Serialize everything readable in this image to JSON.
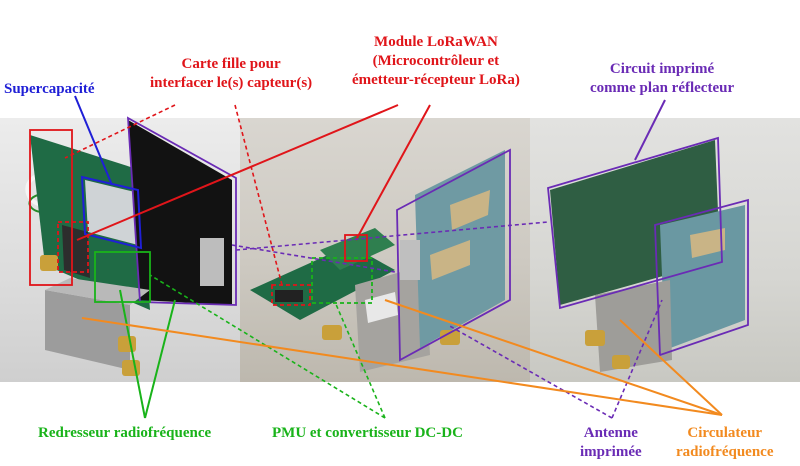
{
  "labels": {
    "supercapacitor": "Supercapacité",
    "daughter_board_line1": "Carte fille pour",
    "daughter_board_line2": "interfacer le(s) capteur(s)",
    "lorawan_line1": "Module LoRaWAN",
    "lorawan_line2": "(Microcontrôleur et",
    "lorawan_line3": "émetteur-récepteur LoRa)",
    "pcb_line1": "Circuit imprimé",
    "pcb_line2": "comme plan réflecteur",
    "rf_rectifier": "Redresseur radiofréquence",
    "pmu": "PMU et convertisseur DC-DC",
    "antenna_line1": "Antenne",
    "antenna_line2": "imprimée",
    "circulator_line1": "Circulateur",
    "circulator_line2": "radiofréquence"
  },
  "colors": {
    "supercapacitor": "#1f1fd6",
    "daughter_board": "#e0151a",
    "lorawan": "#e0151a",
    "pcb": "#6a2bb5",
    "rf_rectifier": "#19b31a",
    "pmu": "#19b31a",
    "antenna": "#6a2bb5",
    "circulator": "#f28a1f"
  }
}
